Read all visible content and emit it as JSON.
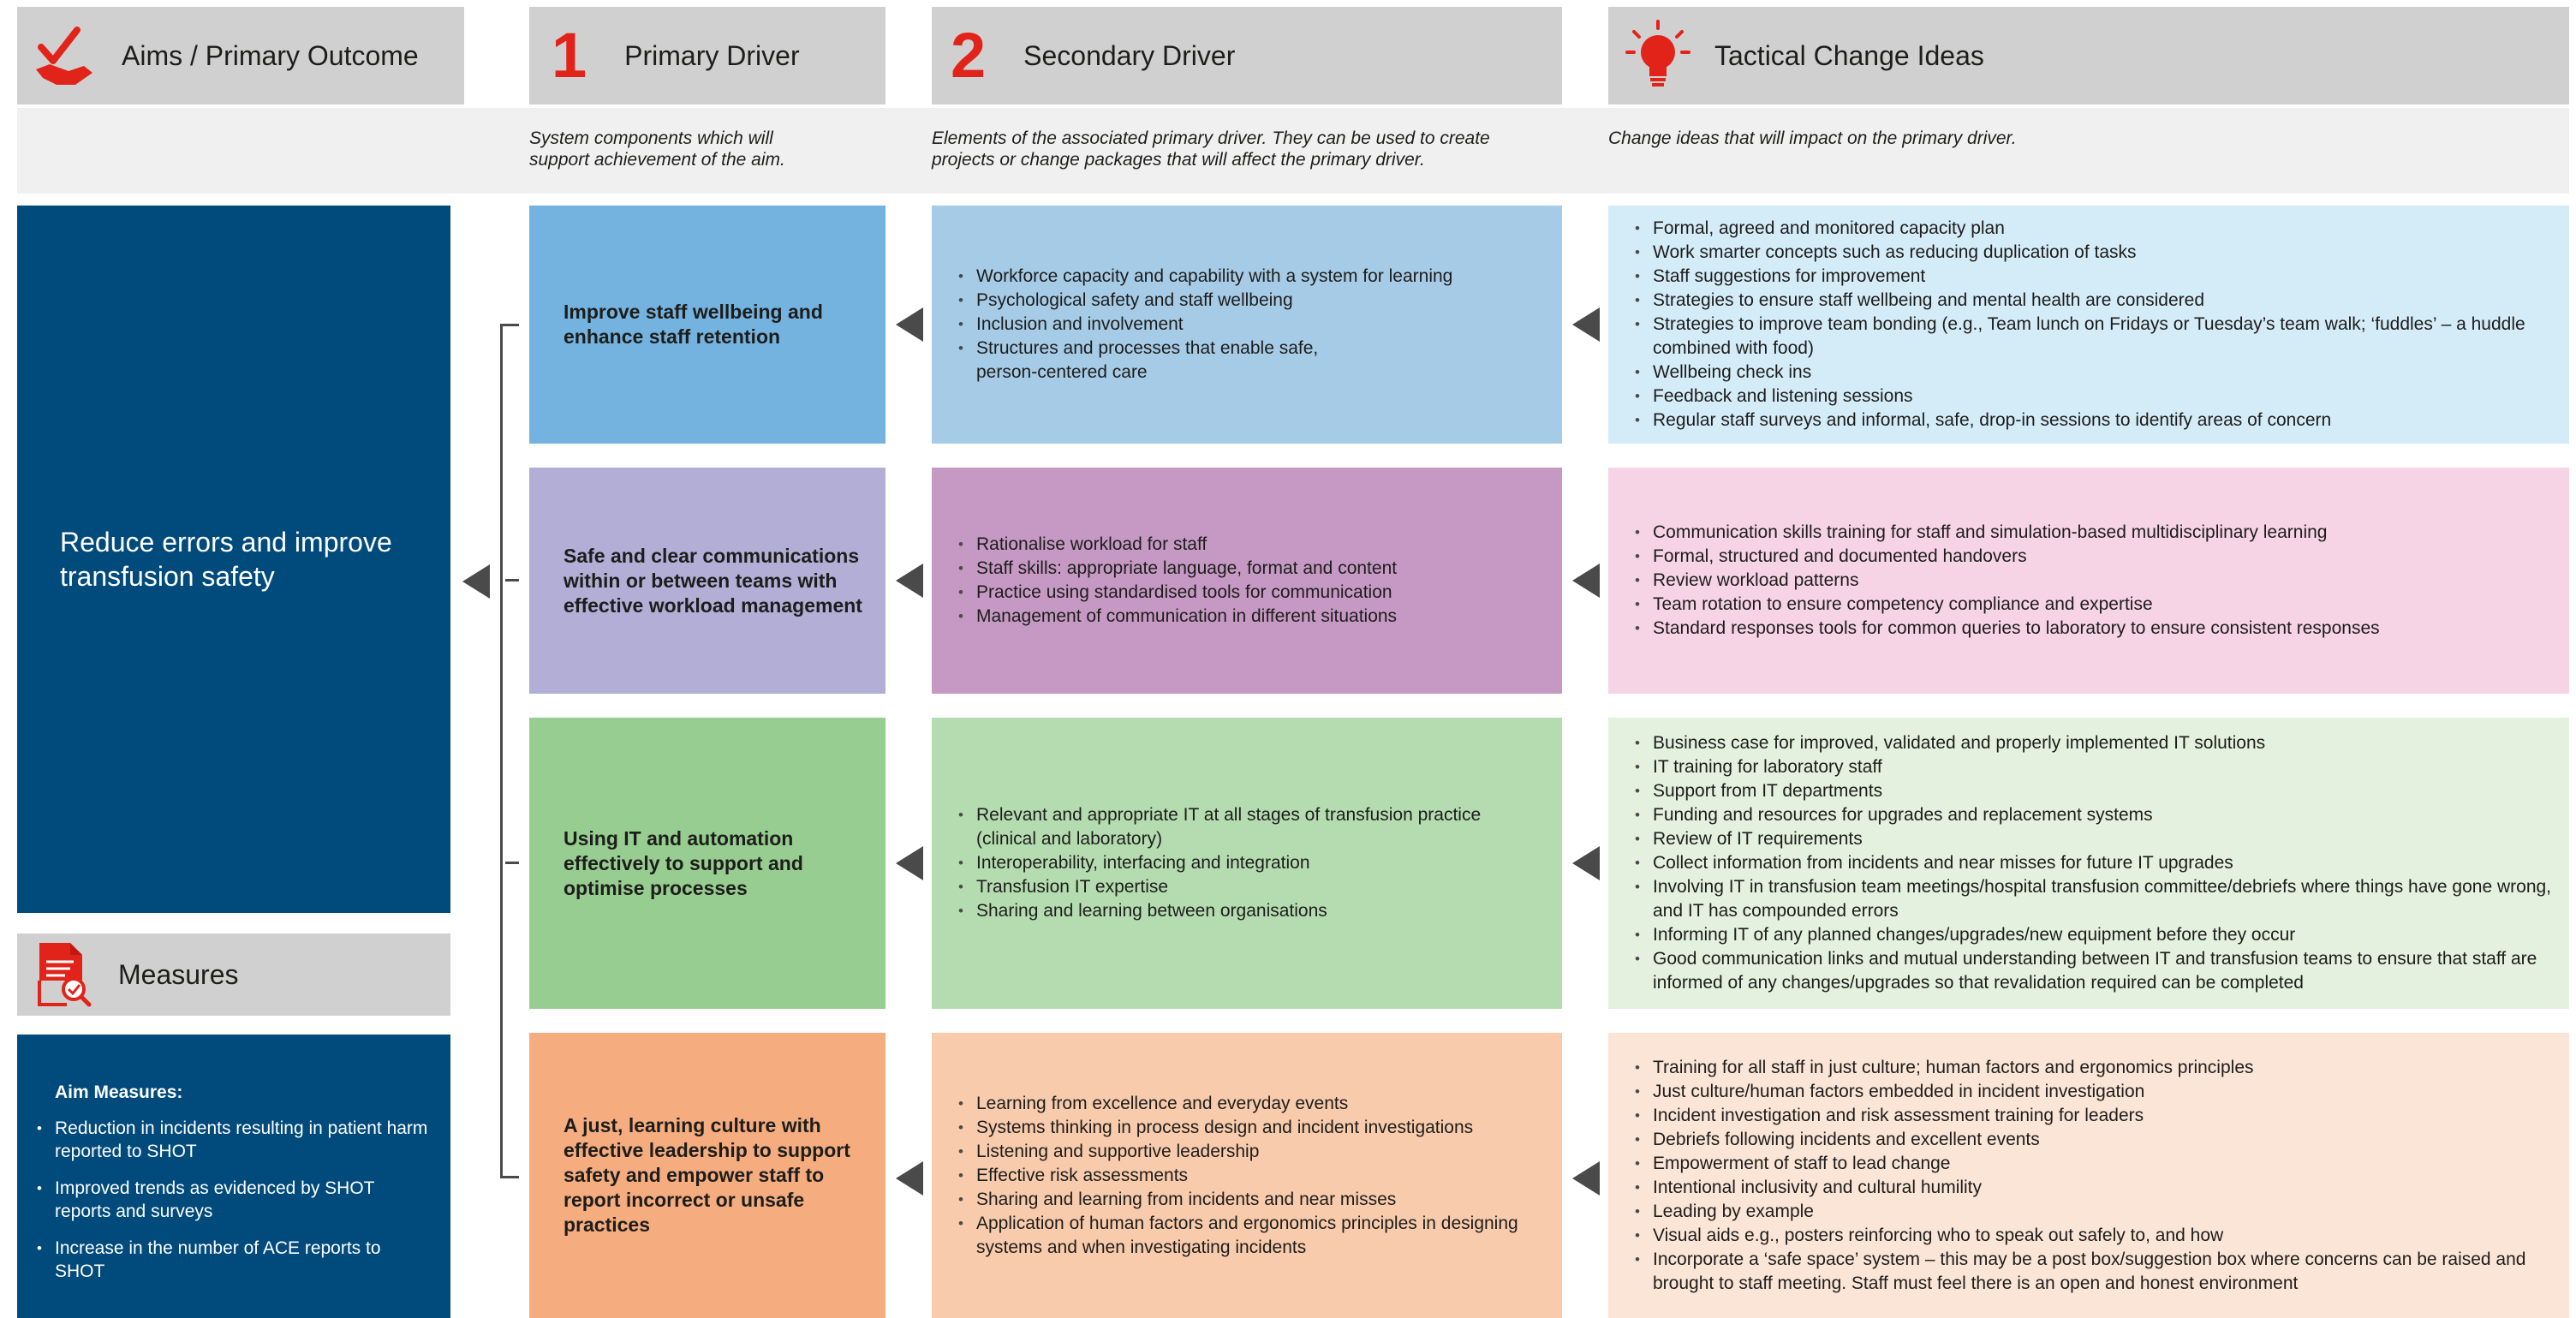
{
  "colors": {
    "header_bg": "#d0d0d0",
    "sub_bg": "#f0f0f0",
    "aim_blue": "#004a7c",
    "red_accent": "#e2231a",
    "row1": {
      "primary": "#74b3df",
      "secondary": "#a6cbe6",
      "tactical": "#d4ebf8"
    },
    "row2": {
      "primary": "#b2aed6",
      "secondary": "#c599c3",
      "tactical": "#f6d3e5"
    },
    "row3": {
      "primary": "#97cd90",
      "secondary": "#b5dcb0",
      "tactical": "#e3f1de"
    },
    "row4": {
      "primary": "#f5ac7f",
      "secondary": "#f8cbac",
      "tactical": "#fbe5d7"
    }
  },
  "headers": {
    "aims": {
      "icon": "hand-check-icon",
      "title": "Aims / Primary Outcome"
    },
    "primary": {
      "number": "1",
      "title": "Primary Driver",
      "description": "System components which will support achievement of the aim."
    },
    "secondary": {
      "number": "2",
      "title": "Secondary Driver",
      "description": "Elements of the associated primary driver. They can be used to create projects or change packages that will affect the primary driver."
    },
    "tactical": {
      "icon": "lightbulb-icon",
      "title": "Tactical Change Ideas",
      "description": "Change ideas that will impact on the primary driver."
    }
  },
  "aim": {
    "text": "Reduce errors and improve transfusion safety"
  },
  "measures": {
    "icon": "report-search-icon",
    "title": "Measures",
    "heading": "Aim Measures:",
    "items": [
      "Reduction in incidents resulting in patient harm reported to SHOT",
      "Improved trends as evidenced by SHOT reports and surveys",
      "Increase in the number of ACE reports to SHOT"
    ]
  },
  "rows": [
    {
      "primary": "Improve staff wellbeing and enhance staff retention",
      "secondary": [
        "Workforce capacity and capability with a system for learning",
        "Psychological safety and staff wellbeing",
        "Inclusion and involvement",
        "Structures and processes that enable safe, person-centered care"
      ],
      "tactical": [
        "Formal, agreed and monitored capacity plan",
        "Work smarter concepts such as reducing duplication of tasks",
        "Staff suggestions for improvement",
        "Strategies to ensure staff wellbeing and mental health are considered",
        "Strategies to improve team bonding (e.g., Team lunch on Fridays or Tuesday’s team walk; ‘fuddles’ – a huddle combined with food)",
        "Wellbeing check ins",
        "Feedback and listening sessions",
        "Regular staff surveys and informal, safe, drop-in sessions to identify areas of concern"
      ]
    },
    {
      "primary": "Safe and clear communications within or between teams with effective workload management",
      "secondary": [
        "Rationalise workload for staff",
        "Staff skills: appropriate language, format and content",
        "Practice using standardised tools for communication",
        "Management of communication in different situations"
      ],
      "tactical": [
        "Communication skills training for staff and simulation-based multidisciplinary learning",
        "Formal, structured and documented handovers",
        "Review workload patterns",
        "Team rotation to ensure competency compliance and expertise",
        "Standard responses tools for common queries to laboratory to ensure consistent responses"
      ]
    },
    {
      "primary": "Using IT and automation effectively to support and optimise processes",
      "secondary": [
        "Relevant and appropriate IT at all stages of transfusion practice (clinical and laboratory)",
        "Interoperability, interfacing and integration",
        "Transfusion IT expertise",
        "Sharing and learning between organisations"
      ],
      "tactical": [
        "Business case for improved, validated and properly implemented IT solutions",
        "IT training for laboratory staff",
        "Support from IT departments",
        "Funding and resources for upgrades and replacement systems",
        "Review of IT requirements",
        "Collect information from incidents and near misses for future IT upgrades",
        "Involving IT in transfusion team meetings/hospital transfusion committee/debriefs where things have gone wrong, and IT has compounded errors",
        "Informing IT of any planned changes/upgrades/new equipment before they occur",
        "Good communication links and mutual understanding between IT and transfusion teams to ensure that staff are informed of any changes/upgrades so that revalidation required can be completed"
      ]
    },
    {
      "primary": "A just, learning culture with effective leadership to support safety and empower staff to report incorrect or unsafe practices",
      "secondary": [
        "Learning from excellence and everyday events",
        "Systems thinking in process design and incident investigations",
        "Listening and supportive leadership",
        "Effective risk assessments",
        "Sharing and learning from incidents and near misses",
        "Application of human factors and ergonomics principles in designing systems and when investigating incidents"
      ],
      "tactical": [
        "Training for all staff in just culture; human factors and ergonomics principles",
        "Just culture/human factors embedded in incident investigation",
        "Incident investigation and risk assessment training for leaders",
        "Debriefs following incidents and excellent events",
        "Empowerment of staff to lead change",
        "Intentional inclusivity and cultural humility",
        "Leading by example",
        "Visual aids e.g., posters reinforcing who to speak out safely to, and how",
        "Incorporate a ‘safe space’ system – this may be a post box/suggestion box where concerns can be raised and brought to staff meeting. Staff must feel there is an open and honest environment"
      ]
    }
  ]
}
